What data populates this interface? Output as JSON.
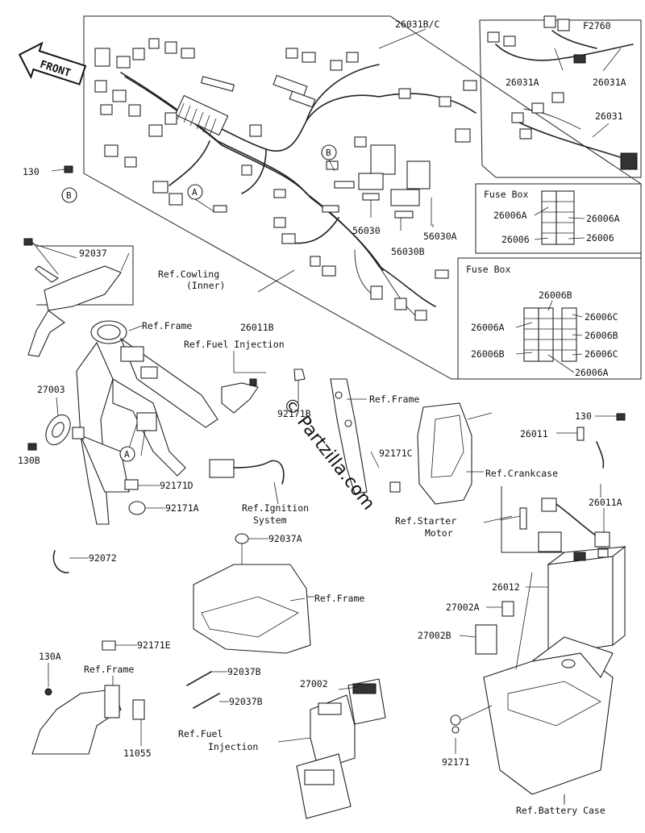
{
  "direction": "FRONT",
  "watermark": "© Partzilla.com",
  "markers": {
    "a": "A",
    "b": "B"
  },
  "fuse_box_1": {
    "title": "Fuse Box",
    "labels": [
      "26006A",
      "26006A",
      "26006",
      "26006"
    ]
  },
  "fuse_box_2": {
    "title": "Fuse Box",
    "labels": [
      "26006B",
      "26006A",
      "26006C",
      "26006B",
      "26006B",
      "26006C",
      "26006A"
    ]
  },
  "parts": {
    "p26031bc": "26031B/C",
    "pf2760": "F2760",
    "p26031a_1": "26031A",
    "p26031a_2": "26031A",
    "p26031": "26031",
    "p130": "130",
    "p92037": "92037",
    "p56030": "56030",
    "p56030b": "56030B",
    "p56030a": "56030A",
    "p26011b": "26011B",
    "p27003": "27003",
    "p130b": "130B",
    "p92171b": "92171B",
    "p92171c": "92171C",
    "p92171d": "92171D",
    "p92171a": "92171A",
    "p26011": "26011",
    "p130_r": "130",
    "p26011a": "26011A",
    "p92037a": "92037A",
    "p92072": "92072",
    "p26012": "26012",
    "p27002a": "27002A",
    "p27002b": "27002B",
    "p92171e": "92171E",
    "p130a": "130A",
    "p92037b_1": "92037B",
    "p92037b_2": "92037B",
    "p27002": "27002",
    "p11055": "11055",
    "p92171": "92171"
  },
  "refs": {
    "cowling_1": "Ref.Cowling",
    "cowling_2": "(Inner)",
    "frame_1": "Ref.Frame",
    "fuel_inj_1": "Ref.Fuel Injection",
    "frame_2": "Ref.Frame",
    "crankcase": "Ref.Crankcase",
    "starter_1": "Ref.Starter",
    "starter_2": "Motor",
    "ignition_1": "Ref.Ignition",
    "ignition_2": "System",
    "frame_3": "Ref.Frame",
    "frame_4": "Ref.Frame",
    "fuel_inj_2a": "Ref.Fuel",
    "fuel_inj_2b": "Injection",
    "battery_case": "Ref.Battery Case"
  }
}
